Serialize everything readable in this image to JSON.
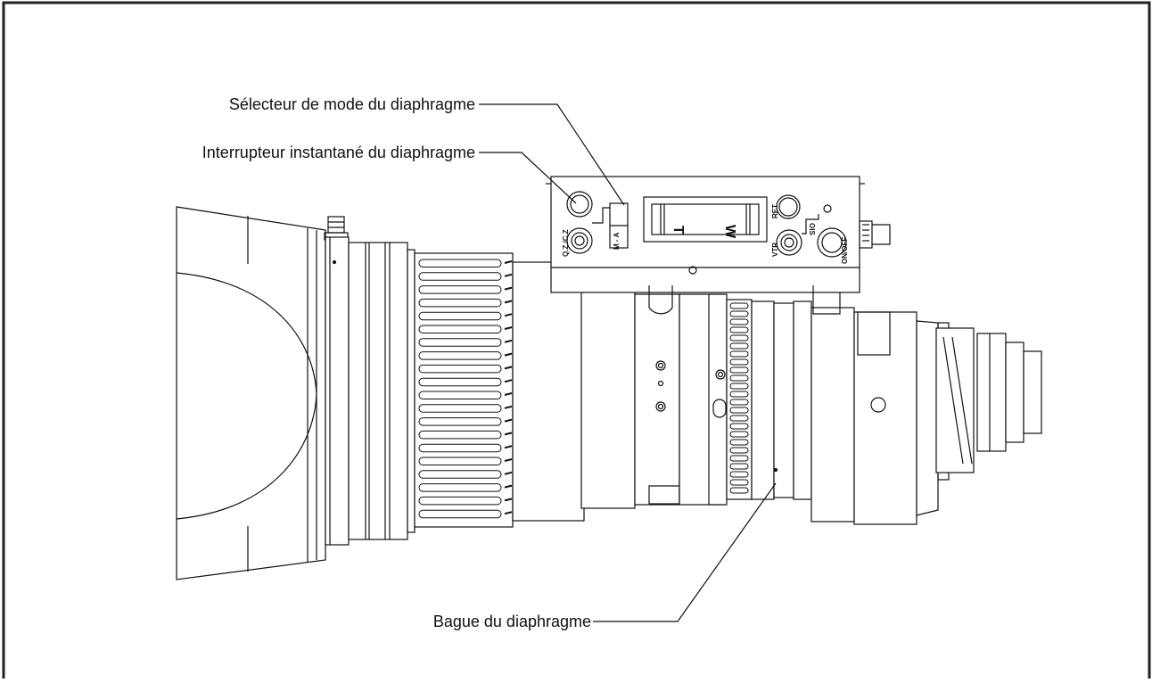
{
  "callouts": {
    "iris_mode_selector": "Sélecteur de mode du diaphragme",
    "iris_momentary_switch": "Interrupteur instantané du diaphragme",
    "iris_ring": "Bague du diaphragme"
  },
  "grip_panel": {
    "qz_label": "Q.Z./C.Z",
    "mode_label": "M - A",
    "t_label": "T",
    "w_label": "W",
    "ret_label": "RET",
    "vtr_label": "VTR",
    "ois_label": "OIS",
    "onoff_label": "ON/OFF"
  },
  "colors": {
    "ink": "#111111",
    "paper": "#ffffff",
    "frame": "#222222"
  }
}
